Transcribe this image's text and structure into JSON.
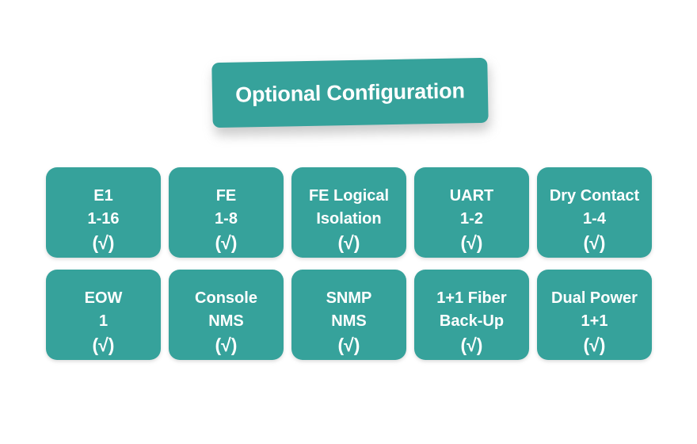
{
  "colors": {
    "teal": "#36a29b",
    "text": "#ffffff",
    "background": "#ffffff"
  },
  "header": {
    "title": "Optional Configuration"
  },
  "cards": {
    "check_symbol": "(√)",
    "rows": [
      [
        {
          "title": "E1",
          "detail": "1-16",
          "check": "(√)"
        },
        {
          "title": "FE",
          "detail": "1-8",
          "check": "(√)"
        },
        {
          "title": "FE Logical",
          "detail": "Isolation",
          "check": "(√)"
        },
        {
          "title": "UART",
          "detail": "1-2",
          "check": "(√)"
        },
        {
          "title": "Dry Contact",
          "detail": "1-4",
          "check": "(√)"
        }
      ],
      [
        {
          "title": "EOW",
          "detail": "1",
          "check": "(√)"
        },
        {
          "title": "Console",
          "detail": "NMS",
          "check": "(√)"
        },
        {
          "title": "SNMP",
          "detail": "NMS",
          "check": "(√)"
        },
        {
          "title": "1+1 Fiber",
          "detail": "Back-Up",
          "check": "(√)"
        },
        {
          "title": "Dual Power",
          "detail": "1+1",
          "check": "(√)"
        }
      ]
    ]
  }
}
